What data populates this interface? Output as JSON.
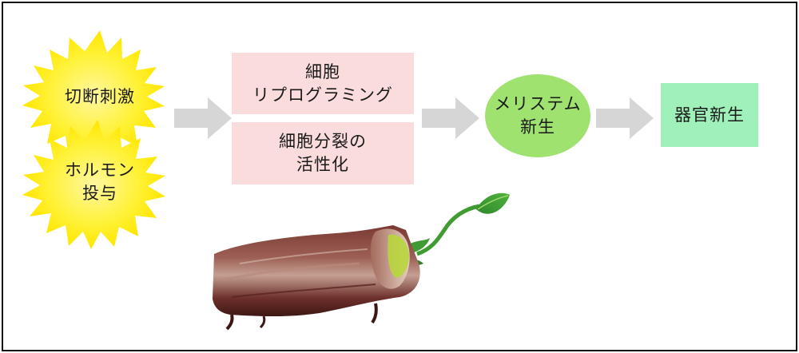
{
  "nodes": {
    "cutting_stimulus": {
      "lines": [
        "切断刺激"
      ]
    },
    "hormone_treatment": {
      "lines": [
        "ホルモン",
        "投与"
      ]
    },
    "cell_reprogramming": {
      "lines": [
        "細胞",
        "リプログラミング"
      ]
    },
    "cell_division_activation": {
      "lines": [
        "細胞分裂の",
        "活性化"
      ]
    },
    "meristem_formation": {
      "lines": [
        "メリステム",
        "新生"
      ]
    },
    "organ_regeneration": {
      "lines": [
        "器官新生"
      ]
    }
  },
  "colors": {
    "starburst": "#ffef1e",
    "starburst_edge": "#fff7a0",
    "reprogramming_box": "#fadcdc",
    "meristem_ellipse": "#9fe26f",
    "organ_box": "#9ff0b9",
    "arrow": "#d6d6d6",
    "stem_dark": "#4a1f1b",
    "stem_mid": "#8a4a42",
    "stem_light": "#c9a294",
    "shoot_green": "#3f9b32",
    "shoot_light": "#b8d63c"
  },
  "icons": {
    "stem_cutting": "stem-cutting-illustration",
    "arrow": "right-arrow"
  }
}
